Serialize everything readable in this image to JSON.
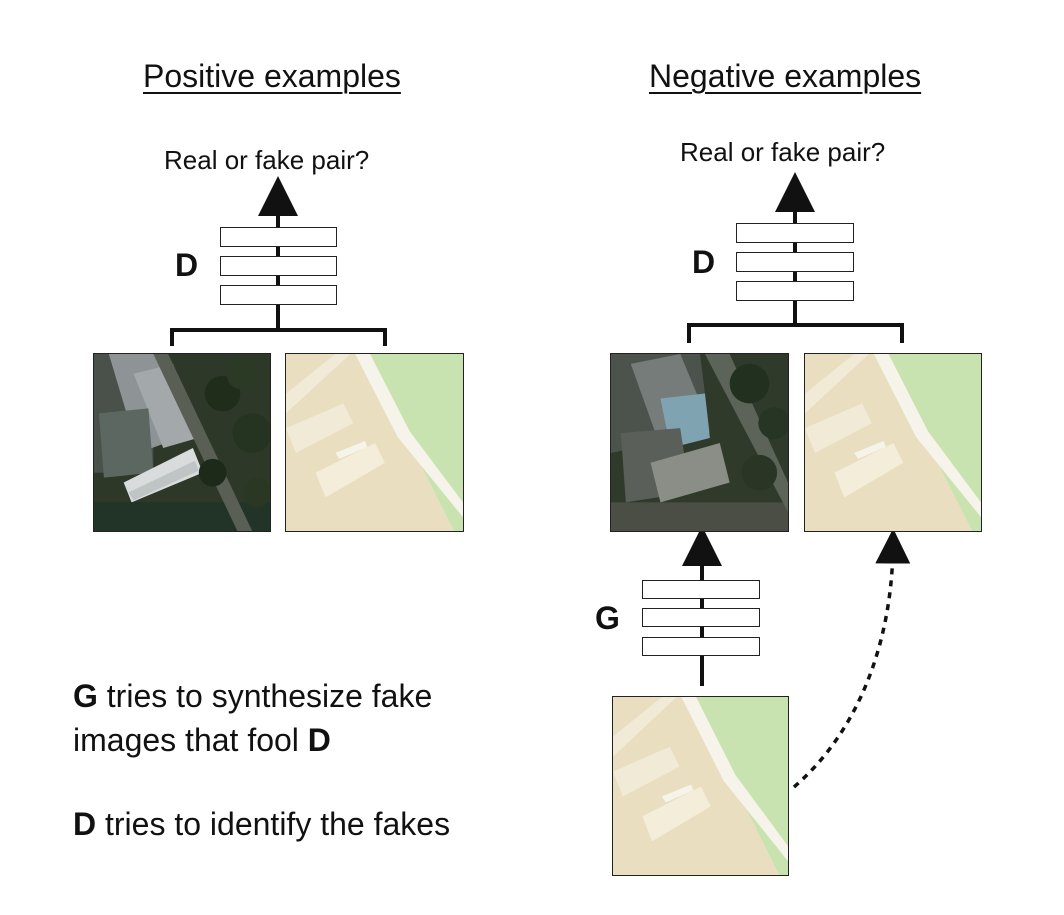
{
  "left_panel": {
    "heading": "Positive examples",
    "question": "Real or fake pair?",
    "network_label": "D"
  },
  "right_panel": {
    "heading": "Negative examples",
    "question": "Real or fake pair?",
    "discriminator_label": "D",
    "generator_label": "G"
  },
  "caption": {
    "line1_bold": "G",
    "line1_rest": " tries to synthesize fake",
    "line2_rest": "images that fool ",
    "line2_bold": "D",
    "line3_bold": "D",
    "line3_rest": " tries to identify the fakes"
  },
  "colors": {
    "map_background": "#e9dfc0",
    "map_park": "#c9e3b0",
    "map_road": "#f6f3ea",
    "aerial_dark": "#2f3a2a",
    "line": "#111111"
  }
}
